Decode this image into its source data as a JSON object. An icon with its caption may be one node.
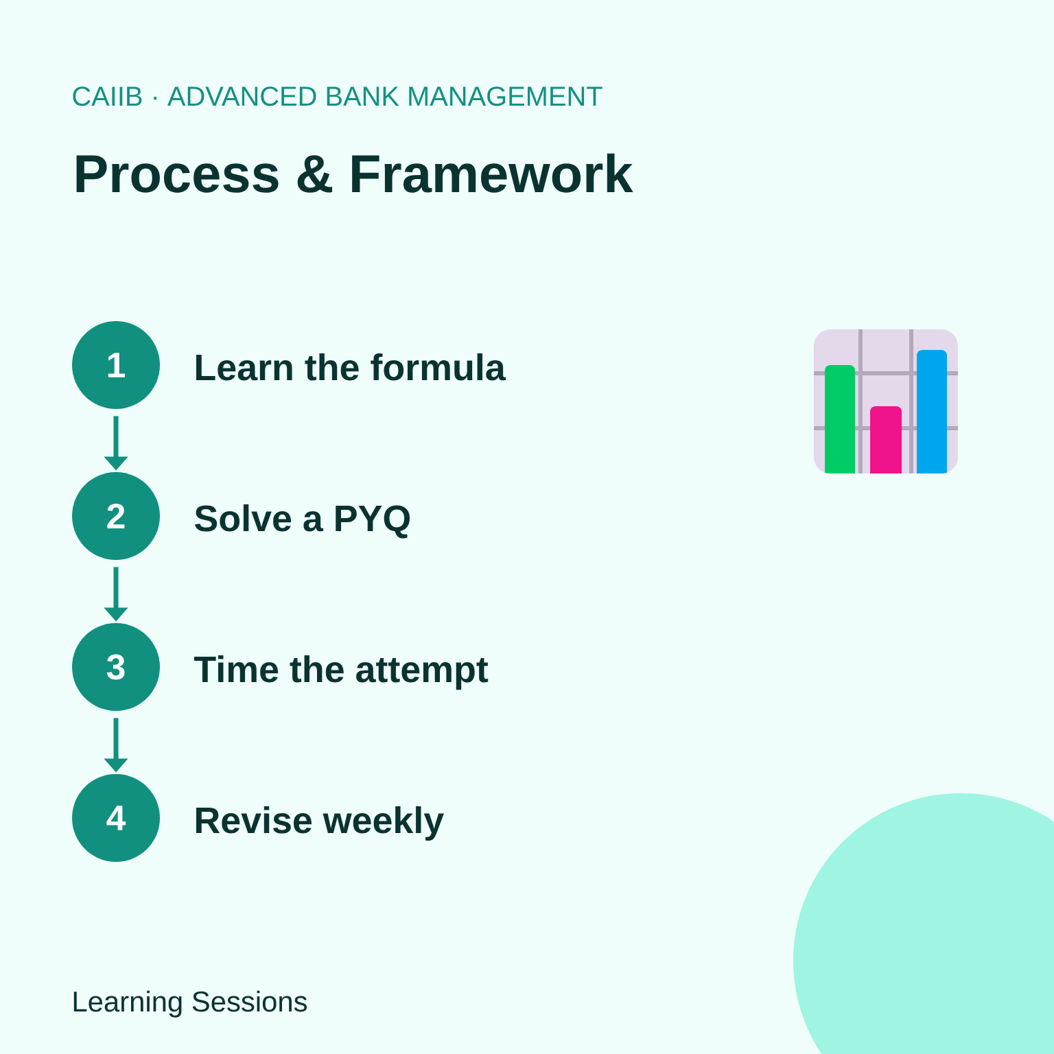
{
  "diagram": {
    "title": "Process & Framework",
    "nodes": [
      {
        "text": [
          "1"
        ],
        "beside": [
          "Learn the formula"
        ]
      },
      {
        "text": [
          "2"
        ],
        "beside": [
          "Solve a PYQ"
        ]
      },
      {
        "text": [
          "3"
        ],
        "beside": [
          "Time the attempt"
        ]
      },
      {
        "text": [
          "4"
        ],
        "beside": [
          "Revise weekly"
        ]
      }
    ],
    "edges": [
      {
        "from": 0,
        "to": 1,
        "arrow": "to"
      },
      {
        "from": 1,
        "to": 2,
        "arrow": "to"
      },
      {
        "from": 2,
        "to": 3,
        "arrow": "to"
      }
    ],
    "labels": [
      "CAIIB · ADVANCED BANK MANAGEMENT",
      "Learning Sessions"
    ]
  }
}
